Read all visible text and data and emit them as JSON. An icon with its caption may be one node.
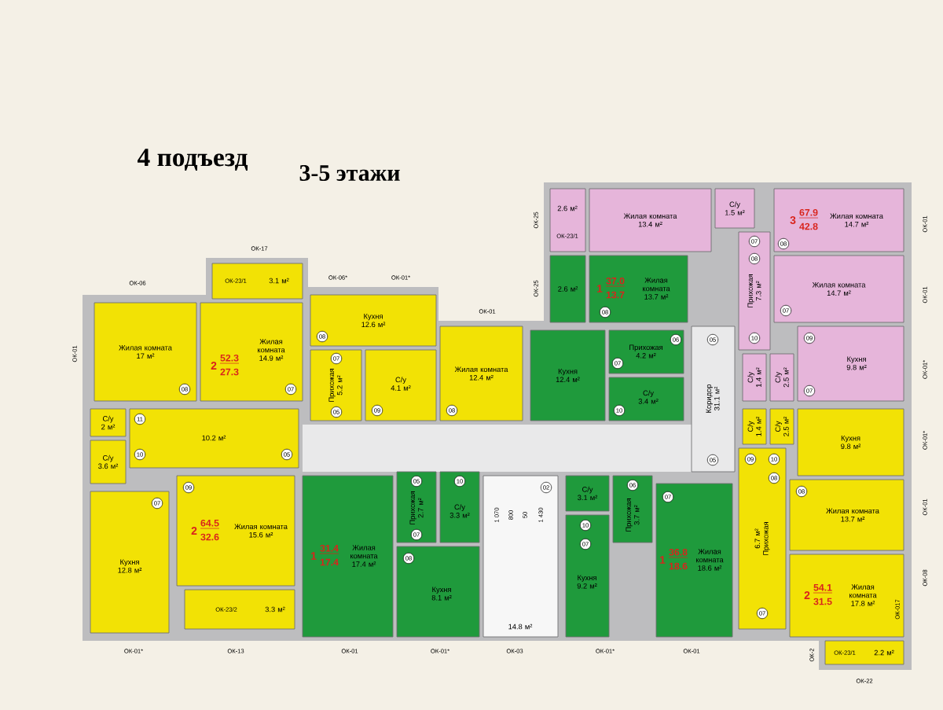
{
  "diagram": {
    "title": "4 подъезд",
    "nodes": [
      {
        "text": [
          "Жилая комната",
          "17 м²"
        ]
      },
      {
        "text": [
          "Жилая комната",
          "14.9 м²"
        ]
      },
      {
        "text": [
          "3.1 м²"
        ]
      },
      {
        "text": [
          "Кухня",
          "12.6 м²"
        ]
      },
      {
        "text": [
          "С/у",
          "4.1 м²"
        ]
      },
      {
        "text": [
          "Прихожая",
          "5.2 м²"
        ]
      },
      {
        "text": [
          "Жилая комната",
          "12.4 м²"
        ]
      },
      {
        "text": [
          "2.6 м²"
        ]
      },
      {
        "text": [
          "Жилая комната",
          "13.7 м²"
        ]
      },
      {
        "text": [
          "Кухня",
          "12.4 м²"
        ]
      },
      {
        "text": [
          "Прихожая",
          "4.2 м²"
        ]
      },
      {
        "text": [
          "С/у",
          "3.4 м²"
        ]
      },
      {
        "text": [
          "2.6 м²"
        ]
      },
      {
        "text": [
          "Жилая комната",
          "13.4 м²"
        ]
      },
      {
        "text": [
          "С/у",
          "1.5 м²"
        ]
      },
      {
        "text": [
          "Жилая комната",
          "14.7 м²"
        ]
      },
      {
        "text": [
          "Прихожая",
          "7.3 м²"
        ]
      },
      {
        "text": [
          "Жилая комната",
          "14.7 м²"
        ]
      },
      {
        "text": [
          "Кухня",
          "9.8 м²"
        ]
      },
      {
        "text": [
          "С/у",
          "1.4 м²"
        ]
      },
      {
        "text": [
          "С/у",
          "2.5 м²"
        ]
      },
      {
        "text": [
          "С/у",
          "1.4 м²"
        ]
      },
      {
        "text": [
          "С/у",
          "2.5 м²"
        ]
      },
      {
        "text": [
          "Кухня",
          "9.8 м²"
        ]
      },
      {
        "text": [
          "6.7 м²",
          "Прихожая"
        ]
      },
      {
        "text": [
          "Жилая комната",
          "13.7 м²"
        ]
      },
      {
        "text": [
          "Жилая комната",
          "17.8 м²"
        ]
      },
      {
        "text": [
          "2.2 м²"
        ]
      },
      {
        "text": [
          "С/у",
          "3.1 м²"
        ]
      },
      {
        "text": [
          "Прихожая",
          "3.7 м²"
        ]
      },
      {
        "text": [
          "Кухня",
          "9.2 м²"
        ]
      },
      {
        "text": [
          "Жилая комната",
          "18.6 м²"
        ]
      },
      {
        "text": [
          "14.8 м²"
        ]
      },
      {
        "text": [
          "Жилая комната",
          "17.4 м²"
        ]
      },
      {
        "text": [
          "Прихожая",
          "2.7 м²"
        ]
      },
      {
        "text": [
          "С/у",
          "3.3 м²"
        ]
      },
      {
        "text": [
          "Кухня",
          "8.1 м²"
        ]
      },
      {
        "text": [
          "С/у",
          "2 м²"
        ]
      },
      {
        "text": [
          "С/у",
          "3.6 м²"
        ]
      },
      {
        "text": [
          "10.2 м²"
        ]
      },
      {
        "text": [
          "Кухня",
          "12.8 м²"
        ]
      },
      {
        "text": [
          "Жилая комната",
          "15.6 м²"
        ]
      },
      {
        "text": [
          "3.3 м²"
        ]
      },
      {
        "text": [
          "Коридор",
          "31.1 м²"
        ]
      },
      {
        "text": [
          "08"
        ],
        "in": 0
      },
      {
        "text": [
          "07"
        ],
        "in": 1
      },
      {
        "text": [
          "11"
        ],
        "in": 39
      },
      {
        "text": [
          "10"
        ],
        "in": 39
      },
      {
        "text": [
          "09"
        ],
        "in": 41
      },
      {
        "text": [
          "07"
        ],
        "in": 40
      },
      {
        "text": [
          "05"
        ],
        "in": 39
      },
      {
        "text": [
          "08"
        ],
        "in": 3
      },
      {
        "text": [
          "09"
        ],
        "in": 4
      },
      {
        "text": [
          "08"
        ],
        "in": 6
      },
      {
        "text": [
          "05"
        ],
        "in": 5
      },
      {
        "text": [
          "07"
        ],
        "in": 5
      },
      {
        "text": [
          "08"
        ],
        "in": 8
      },
      {
        "text": [
          "07"
        ],
        "in": 10
      },
      {
        "text": [
          "10"
        ],
        "in": 11
      },
      {
        "text": [
          "06"
        ],
        "in": 10
      },
      {
        "text": [
          "07"
        ],
        "in": 16
      },
      {
        "text": [
          "08"
        ],
        "in": 16
      },
      {
        "text": [
          "08"
        ],
        "in": 15
      },
      {
        "text": [
          "07"
        ],
        "in": 17
      },
      {
        "text": [
          "07"
        ],
        "in": 18
      },
      {
        "text": [
          "09"
        ],
        "in": 18
      },
      {
        "text": [
          "10"
        ],
        "in": 16
      },
      {
        "text": [
          "05"
        ],
        "in": 43
      },
      {
        "text": [
          "09"
        ],
        "in": 24
      },
      {
        "text": [
          "10"
        ],
        "in": 24
      },
      {
        "text": [
          "05"
        ],
        "in": 43
      },
      {
        "text": [
          "08"
        ],
        "in": 24
      },
      {
        "text": [
          "08"
        ],
        "in": 25
      },
      {
        "text": [
          "07"
        ],
        "in": 24
      },
      {
        "text": [
          "06"
        ],
        "in": 29
      },
      {
        "text": [
          "10"
        ],
        "in": 30
      },
      {
        "text": [
          "07"
        ],
        "in": 30
      },
      {
        "text": [
          "07"
        ],
        "in": 31
      },
      {
        "text": [
          "05"
        ],
        "in": 34
      },
      {
        "text": [
          "07"
        ],
        "in": 34
      },
      {
        "text": [
          "10"
        ],
        "in": 35
      },
      {
        "text": [
          "08"
        ],
        "in": 36
      },
      {
        "text": [
          "02"
        ],
        "in": 32
      }
    ],
    "labels": [
      "3-5 этажи",
      "ОК-25",
      "ОК-23/1",
      "3",
      "67.9",
      "42.8",
      "ОК-01",
      "ОК-17",
      "ОК-06",
      "ОК-23/1",
      "ОК-06*",
      "ОК-01*",
      "ОК-25",
      "1",
      "37.0",
      "13.7",
      "ОК-01",
      "ОК-01",
      "ОК-01",
      "2",
      "52.3",
      "27.3",
      "ОК-01*",
      "ОК-01*",
      "1 070",
      "800",
      "50",
      "1 430",
      "ОК-01",
      "2",
      "64.5",
      "32.6",
      "1",
      "31.4",
      "17.4",
      "1",
      "36.8",
      "18.6",
      "ОК-08",
      "ОК-23/2",
      "2",
      "54.1",
      "31.5",
      "ОК-017",
      "ОК-01*",
      "ОК-13",
      "ОК-01",
      "ОК-01*",
      "ОК-03",
      "ОК-01*",
      "ОК-01",
      "ОК-2",
      "ОК-23/1",
      "ОК-22"
    ]
  }
}
